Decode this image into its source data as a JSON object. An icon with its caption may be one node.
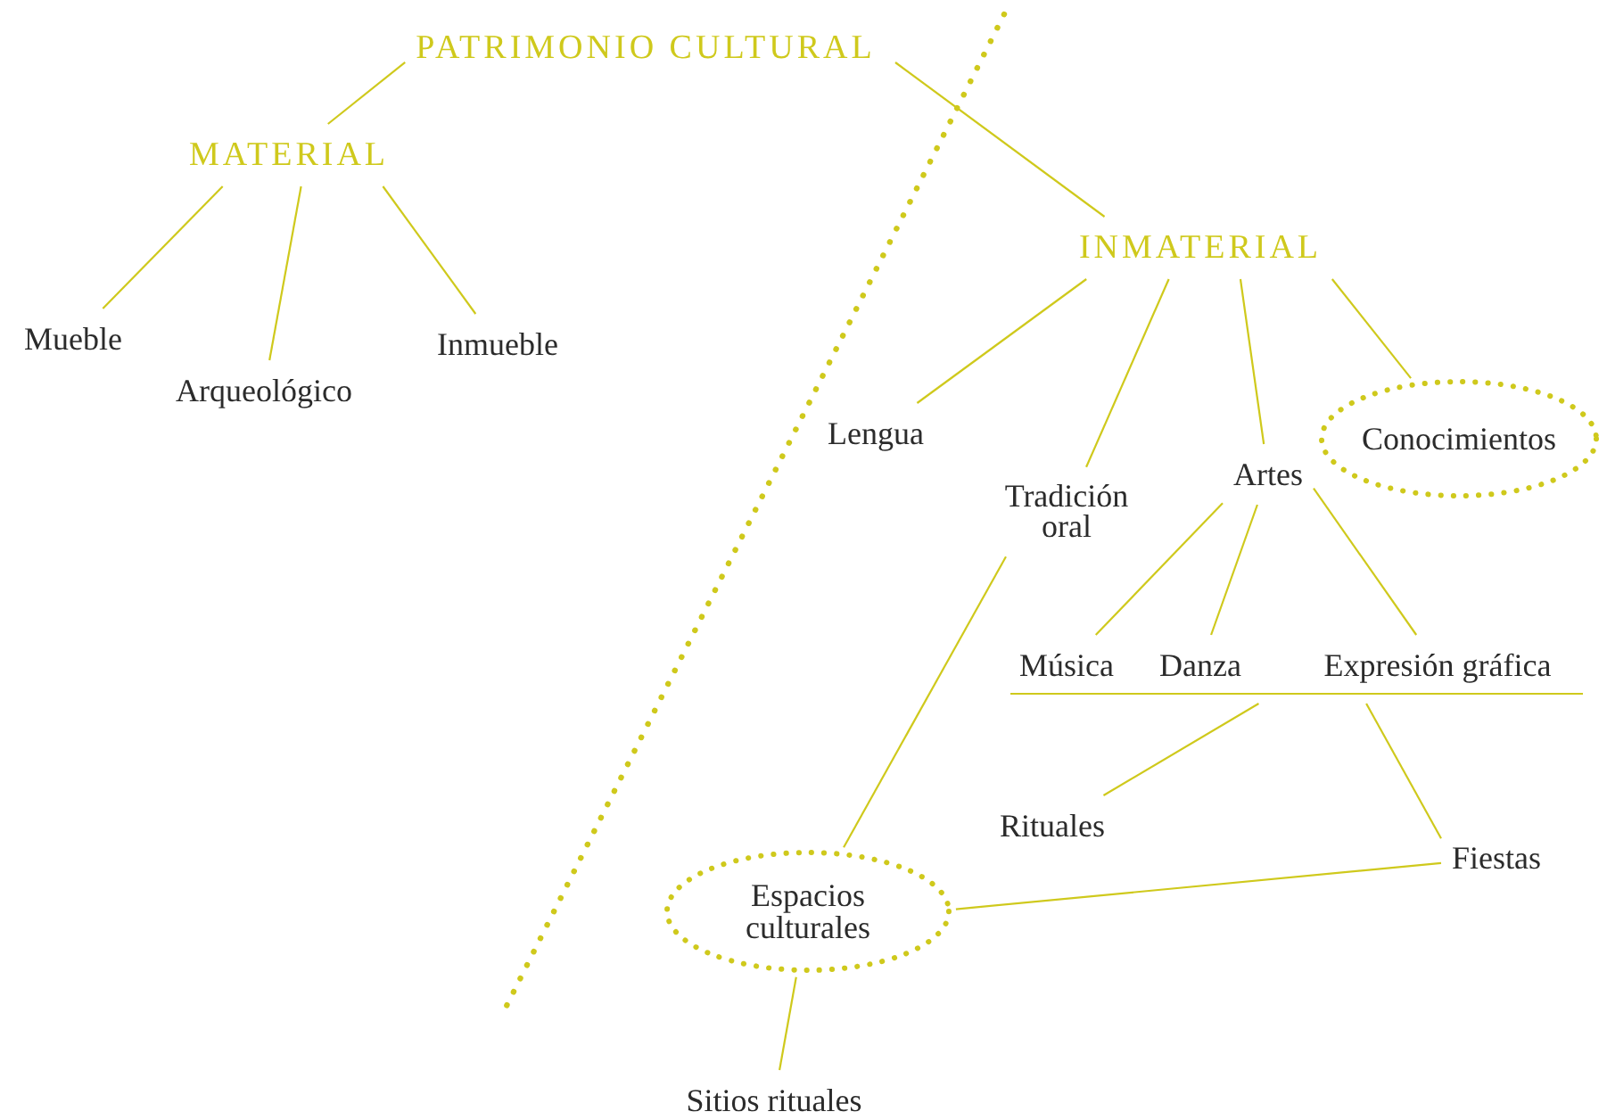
{
  "diagram": {
    "nodes": [
      {
        "text": [
          "PATRIMONIO CULTURAL"
        ]
      },
      {
        "text": [
          "MATERIAL"
        ]
      },
      {
        "text": [
          "Mueble"
        ]
      },
      {
        "text": [
          "Arqueológico"
        ]
      },
      {
        "text": [
          "Inmueble"
        ]
      },
      {
        "text": [
          "INMATERIAL"
        ]
      },
      {
        "text": [
          "Lengua"
        ]
      },
      {
        "text": [
          "Tradición oral"
        ]
      },
      {
        "text": [
          "Artes"
        ]
      },
      {
        "text": [
          "Conocimientos"
        ]
      },
      {
        "text": [
          "Música"
        ]
      },
      {
        "text": [
          "Danza"
        ]
      },
      {
        "text": [
          "Expresión gráfica"
        ]
      },
      {
        "text": [],
        "shape": "bar"
      },
      {
        "text": [
          "Rituales"
        ]
      },
      {
        "text": [
          "Fiestas"
        ]
      },
      {
        "text": [
          "Espacios culturales"
        ]
      },
      {
        "text": [
          "Sitios rituales"
        ]
      }
    ],
    "edges": [
      {
        "from": 0,
        "to": 1,
        "arrow": "none"
      },
      {
        "from": 0,
        "to": 5,
        "arrow": "none"
      },
      {
        "from": 1,
        "to": 2,
        "arrow": "none"
      },
      {
        "from": 1,
        "to": 3,
        "arrow": "none"
      },
      {
        "from": 1,
        "to": 4,
        "arrow": "none"
      },
      {
        "from": 5,
        "to": 6,
        "arrow": "none"
      },
      {
        "from": 5,
        "to": 7,
        "arrow": "none"
      },
      {
        "from": 5,
        "to": 8,
        "arrow": "none"
      },
      {
        "from": 5,
        "to": 9,
        "arrow": "none"
      },
      {
        "from": 8,
        "to": 10,
        "arrow": "none"
      },
      {
        "from": 8,
        "to": 11,
        "arrow": "none"
      },
      {
        "from": 8,
        "to": 12,
        "arrow": "none"
      },
      {
        "from": 13,
        "to": 14,
        "arrow": "none"
      },
      {
        "from": 13,
        "to": 15,
        "arrow": "none"
      },
      {
        "from": 7,
        "to": 16,
        "arrow": "none"
      },
      {
        "from": 16,
        "to": 15,
        "arrow": "none"
      },
      {
        "from": 16,
        "to": 17,
        "arrow": "none"
      }
    ]
  }
}
